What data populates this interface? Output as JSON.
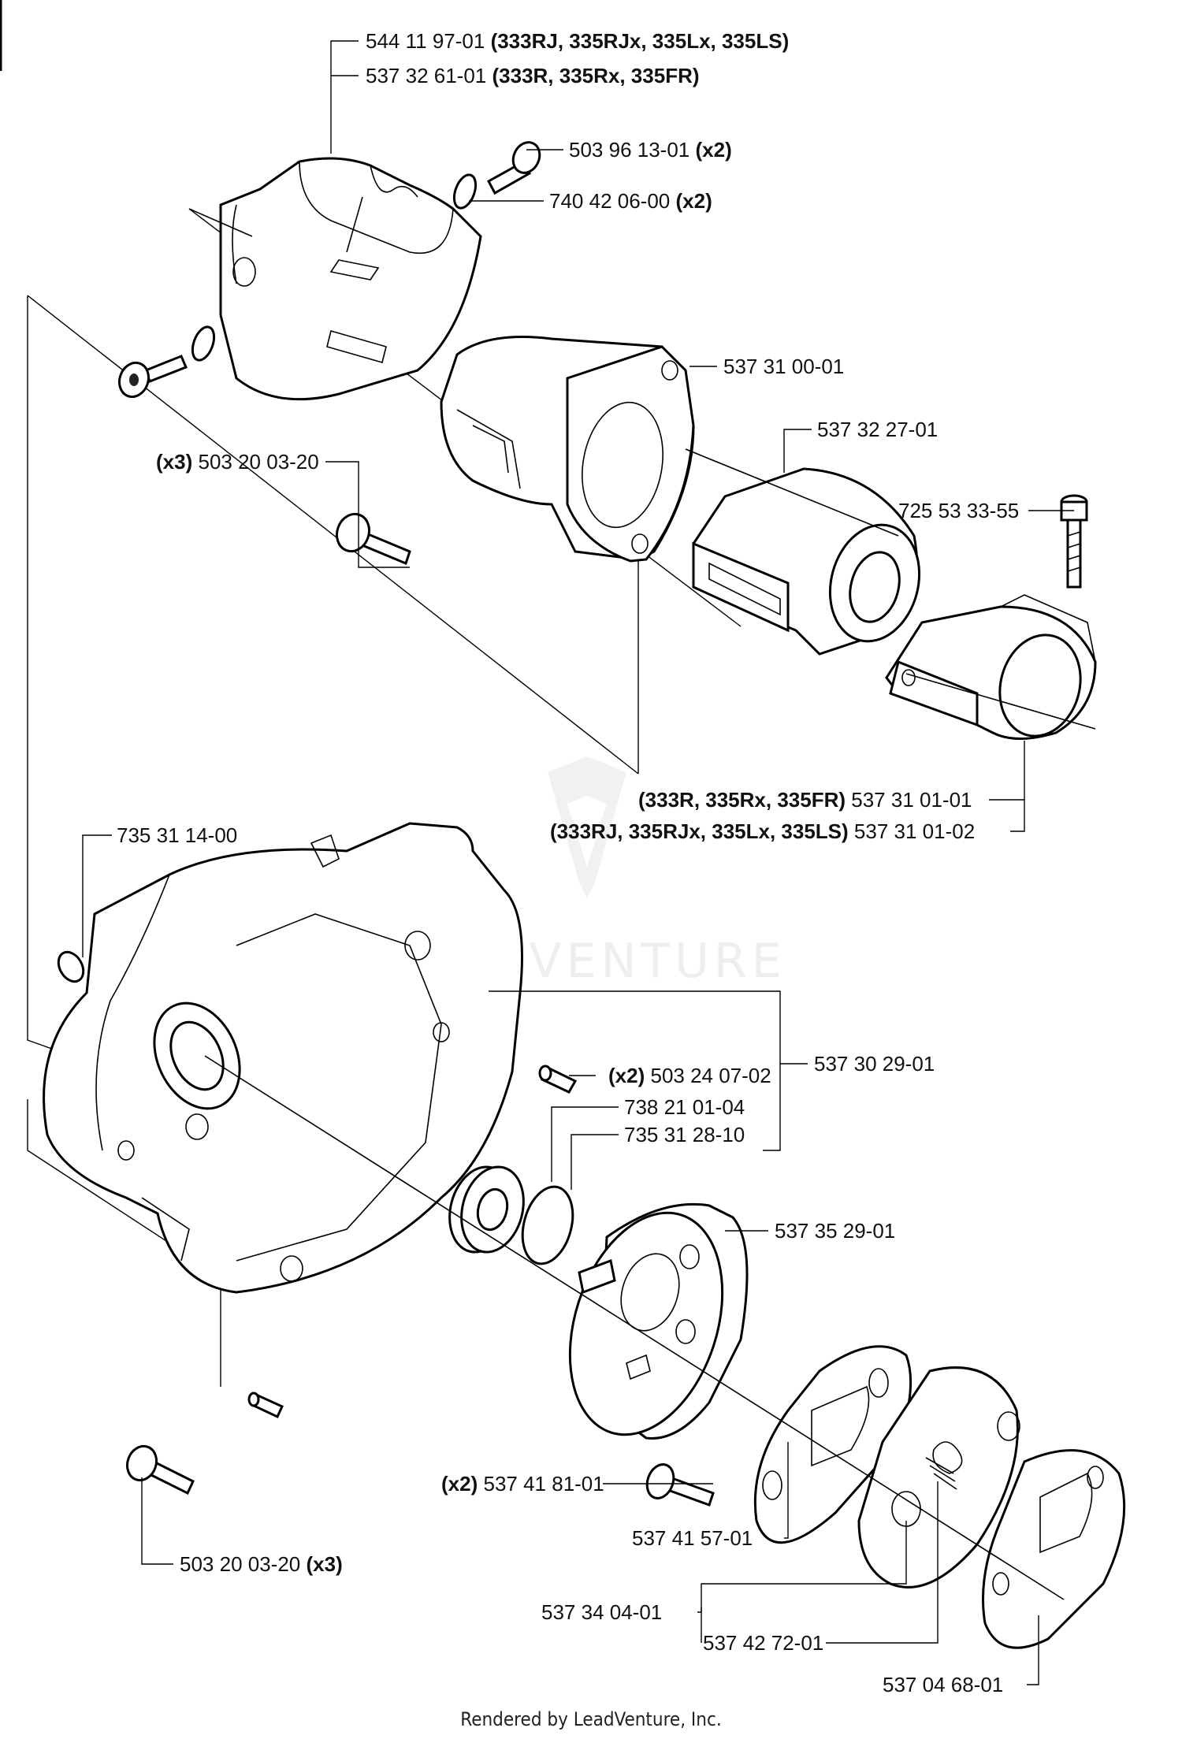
{
  "labels": [
    {
      "part": "544 11 97-01",
      "note": "(333RJ, 335RJx, 335Lx, 335LS)"
    },
    {
      "part": "537 32 61-01",
      "note": "(333R, 335Rx, 335FR)"
    },
    {
      "part": "503 96 13-01",
      "note": "(x2)"
    },
    {
      "part": "740 42 06-00",
      "note": "(x2)"
    },
    {
      "part": "537 31 00-01",
      "note": ""
    },
    {
      "part": "537 32 27-01",
      "note": ""
    },
    {
      "part": "503 20 03-20",
      "prefix": "(x3)"
    },
    {
      "part": "725 53 33-55",
      "note": ""
    },
    {
      "part": "537 31 01-01",
      "prefix": "(333R, 335Rx, 335FR)"
    },
    {
      "part": "537 31 01-02",
      "prefix": "(333RJ, 335RJx, 335Lx, 335LS)"
    },
    {
      "part": "735 31 14-00",
      "note": ""
    },
    {
      "part": "537 30 29-01",
      "note": ""
    },
    {
      "part": "503 24 07-02",
      "prefix": "(x2)"
    },
    {
      "part": "738 21 01-04",
      "note": ""
    },
    {
      "part": "735 31 28-10",
      "note": ""
    },
    {
      "part": "537 35 29-01",
      "note": ""
    },
    {
      "part": "537 41 81-01",
      "prefix": "(x2)"
    },
    {
      "part": "537 41 57-01",
      "note": ""
    },
    {
      "part": "537 34 04-01",
      "note": ""
    },
    {
      "part": "537 42 72-01",
      "note": ""
    },
    {
      "part": "503 20 03-20",
      "note": "(x3)"
    },
    {
      "part": "537 04 68-01",
      "note": ""
    }
  ],
  "footer": "Rendered by LeadVenture, Inc.",
  "watermark": "LEADVENTURE"
}
